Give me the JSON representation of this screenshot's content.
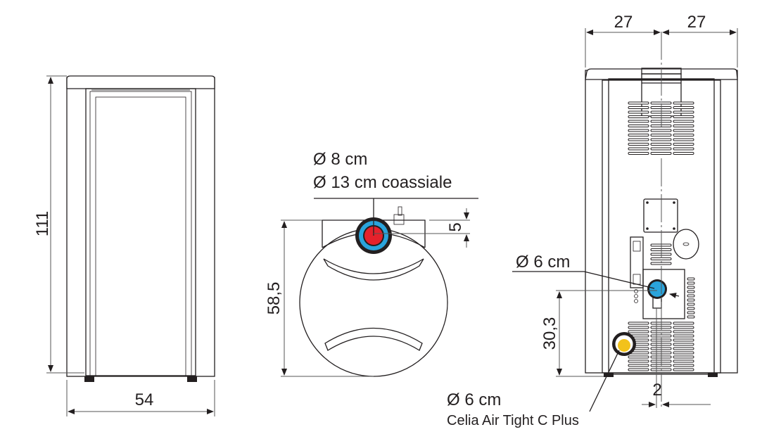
{
  "front_view": {
    "height_label": "111",
    "width_label": "54"
  },
  "top_view": {
    "flue_label_1": "Ø 8 cm",
    "flue_label_2": "Ø 13 cm coassiale",
    "offset_label": "5",
    "depth_label": "58,5"
  },
  "back_view": {
    "half_width_left": "27",
    "half_width_right": "27",
    "air_inlet_label": "Ø 6 cm",
    "inlet_height_label": "30,3",
    "offset_label": "2",
    "outlet_label": "Ø 6 cm",
    "model_label": "Celia Air Tight C Plus"
  },
  "colors": {
    "flue_inner": "#e5212b",
    "flue_outer": "#2aa4dc",
    "air_inlet": "#2aa4dc",
    "air_outlet": "#f2c21b"
  }
}
